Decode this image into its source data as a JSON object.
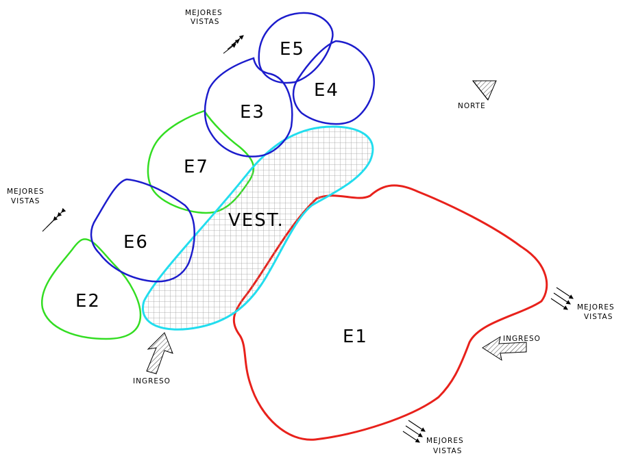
{
  "zones": {
    "e1": "E1",
    "e2": "E2",
    "e3": "E3",
    "e4": "E4",
    "e5": "E5",
    "e6": "E6",
    "e7": "E7",
    "vest": "VEST."
  },
  "annotations": {
    "views_top_line1": "MEJORES",
    "views_top_line2": "VISTAS",
    "views_left_line1": "MEJORES",
    "views_left_line2": "VISTAS",
    "views_right_line1": "MEJORES",
    "views_right_line2": "VISTAS",
    "views_bottom_line1": "MEJORES",
    "views_bottom_line2": "VISTAS",
    "entrance_left": "INGRESO",
    "entrance_right": "INGRESO",
    "north": "NORTE"
  },
  "colors": {
    "e1": "#e8211b",
    "green": "#33dd22",
    "blue": "#1c1ccc",
    "vest": "#22ddee",
    "hatch": "#9a9a9a"
  }
}
